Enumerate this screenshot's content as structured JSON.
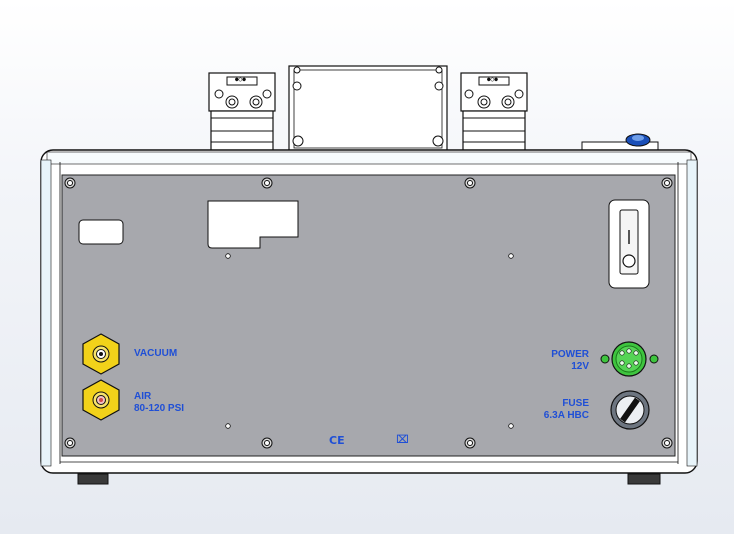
{
  "panel": {
    "ports": {
      "vacuum_label": "VACUUM",
      "air_label_line1": "AIR",
      "air_label_line2": "80-120 PSI"
    },
    "power": {
      "label_line1": "POWER",
      "label_line2": "12V"
    },
    "fuse": {
      "label_line1": "FUSE",
      "label_line2": "6.3A HBC"
    },
    "marks": {
      "ce": "CE",
      "weee": "⌧"
    }
  },
  "top_blocks": {
    "left_symbol": "●○●",
    "right_symbol": "●○●"
  },
  "colors": {
    "panel_grey": "#a7a8ad",
    "label_blue": "#1f4fd6",
    "fitting_yellow": "#f2d21a",
    "connector_green": "#3ec43e",
    "frame_blue": "#9ed2e8"
  }
}
